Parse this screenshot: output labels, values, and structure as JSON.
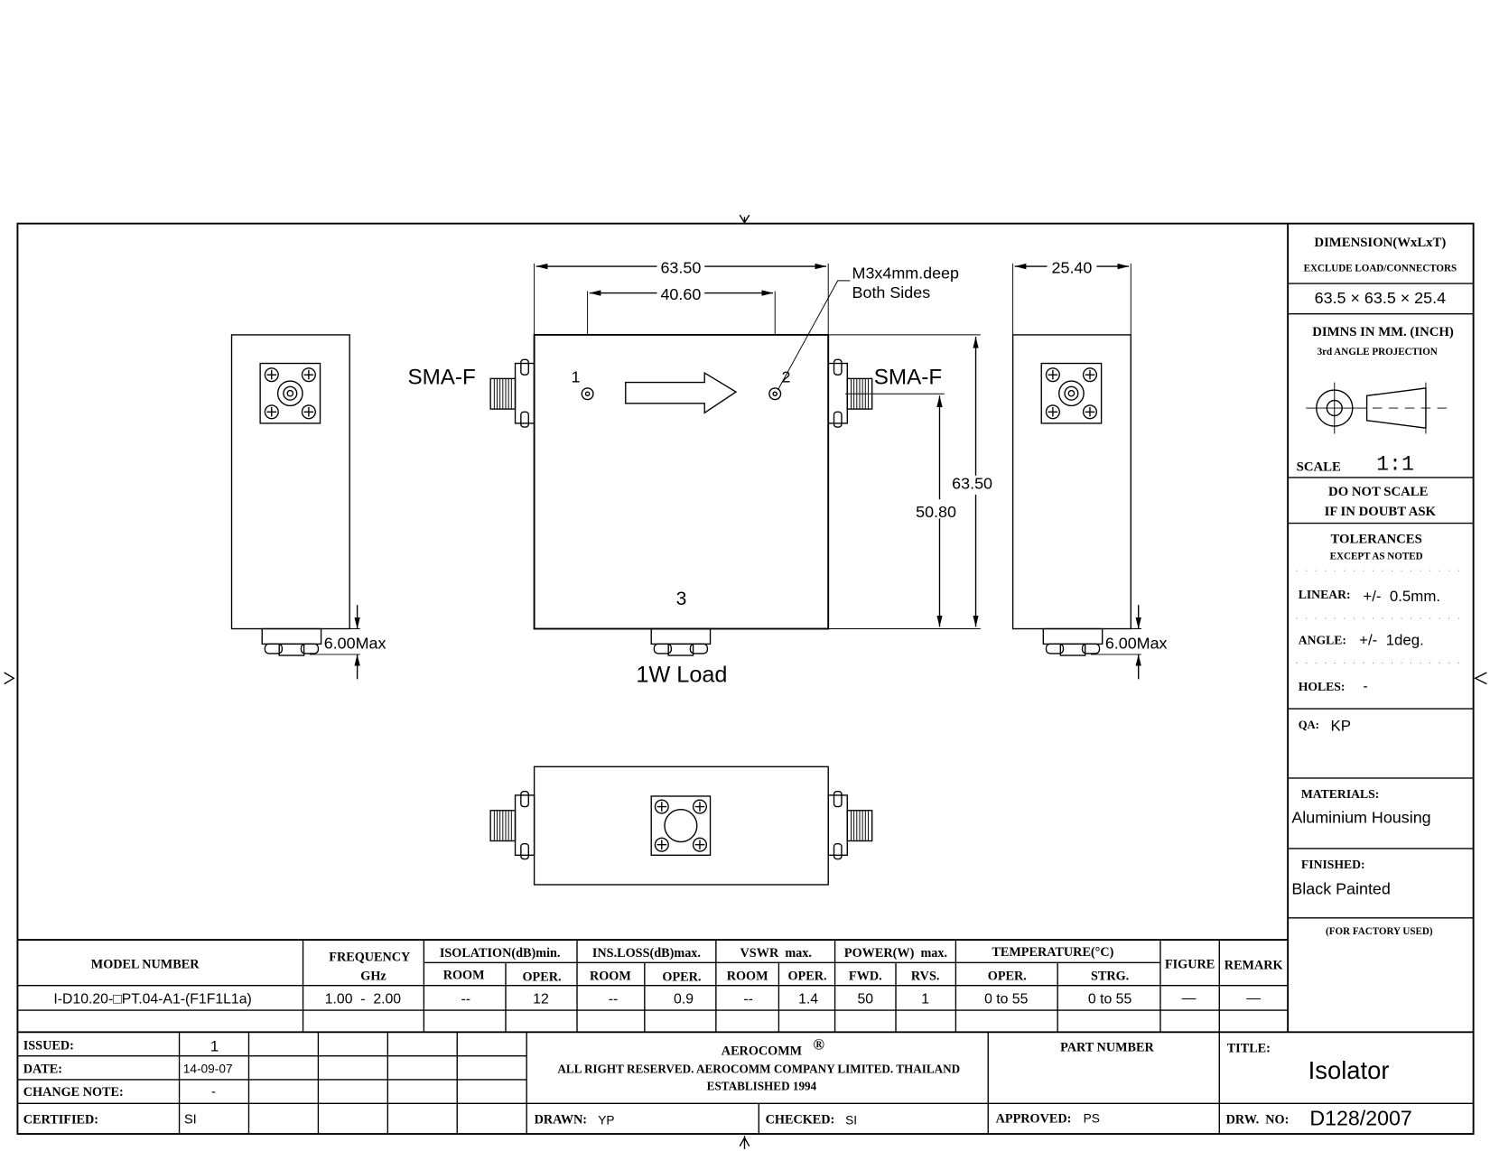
{
  "drawing": {
    "main_view": {
      "width_dim": "63.50",
      "hole_spacing_dim": "40.60",
      "height_dim": "63.50",
      "port_height_dim": "50.80",
      "hole_note_line1": "M3x4mm.deep",
      "hole_note_line2": "Both Sides",
      "connector_left": "SMA-F",
      "connector_right": "SMA-F",
      "port1": "1",
      "port2": "2",
      "port3": "3",
      "load_label": "1W Load"
    },
    "left_view": {
      "load_dim": "6.00Max"
    },
    "right_view": {
      "thickness_dim": "25.40",
      "load_dim": "6.00Max"
    }
  },
  "side_panel": {
    "dimension_title": "DIMENSION(WxLxT)",
    "dimension_sub": "EXCLUDE LOAD/CONNECTORS",
    "dimension_value": "63.5 × 63.5 × 25.4",
    "dimns": "DIMNS IN MM. (INCH)",
    "projection": "3rd ANGLE PROJECTION",
    "scale_label": "SCALE",
    "scale_value": "1:1",
    "do_not_scale": "DO NOT SCALE",
    "if_in_doubt": "IF IN DOUBT ASK",
    "tolerances": "TOLERANCES",
    "except_as_noted": "EXCEPT AS NOTED",
    "linear_label": "LINEAR:",
    "linear_value": "+/-  0.5mm.",
    "angle_label": "ANGLE:",
    "angle_value": "+/-  1deg.",
    "holes_label": "HOLES:",
    "holes_value": "-",
    "qa_label": "QA:",
    "qa_value": "KP",
    "materials_label": "MATERIALS:",
    "materials_value": "Aluminium Housing",
    "finished_label": "FINISHED:",
    "finished_value": "Black Painted",
    "factory": "(FOR FACTORY USED)"
  },
  "spec_table": {
    "headers": {
      "model": "MODEL NUMBER",
      "freq1": "FREQUENCY",
      "freq2": "GHz",
      "isolation": "ISOLATION(dB)min.",
      "insloss": "INS.LOSS(dB)max.",
      "vswr": "VSWR  max.",
      "power": "POWER(W)  max.",
      "temperature": "TEMPERATURE(°C)",
      "figure": "FIGURE",
      "remark": "REMARK"
    },
    "sub": {
      "iso_room": "ROOM",
      "iso_oper": "OPER.",
      "il_room": "ROOM",
      "il_oper": "OPER.",
      "vswr_room": "ROOM",
      "vswr_oper": "OPER.",
      "fwd": "FWD.",
      "rvs": "RVS.",
      "t_oper": "OPER.",
      "t_strg": "STRG."
    },
    "row": {
      "model": "I-D10.20-□PT.04-A1-(F1F1L1a)",
      "freq": "1.00  -  2.00",
      "iso_room": "--",
      "iso_oper": "12",
      "il_room": "--",
      "il_oper": "0.9",
      "vswr_room": "--",
      "vswr_oper": "1.4",
      "fwd": "50",
      "rvs": "1",
      "t_oper": "0 to 55",
      "t_strg": "0 to 55",
      "figure": "—",
      "remark": "—"
    }
  },
  "title_block": {
    "issued_label": "ISSUED:",
    "issued": "1",
    "date_label": "DATE:",
    "date": "14-09-07",
    "change_label": "CHANGE NOTE:",
    "change": "-",
    "certified_label": "CERTIFIED:",
    "certified": "SI",
    "company": "AEROCOMM",
    "registered": "®",
    "rights": "ALL RIGHT RESERVED. AEROCOMM COMPANY LIMITED. THAILAND",
    "established": "ESTABLISHED 1994",
    "part_number_label": "PART NUMBER",
    "title_label": "TITLE:",
    "title": "Isolator",
    "drawn_label": "DRAWN:",
    "drawn": "YP",
    "checked_label": "CHECKED:",
    "checked": "SI",
    "approved_label": "APPROVED:",
    "approved": "PS",
    "drw_no_label": "DRW.  NO:",
    "drw_no": "D128/2007"
  }
}
